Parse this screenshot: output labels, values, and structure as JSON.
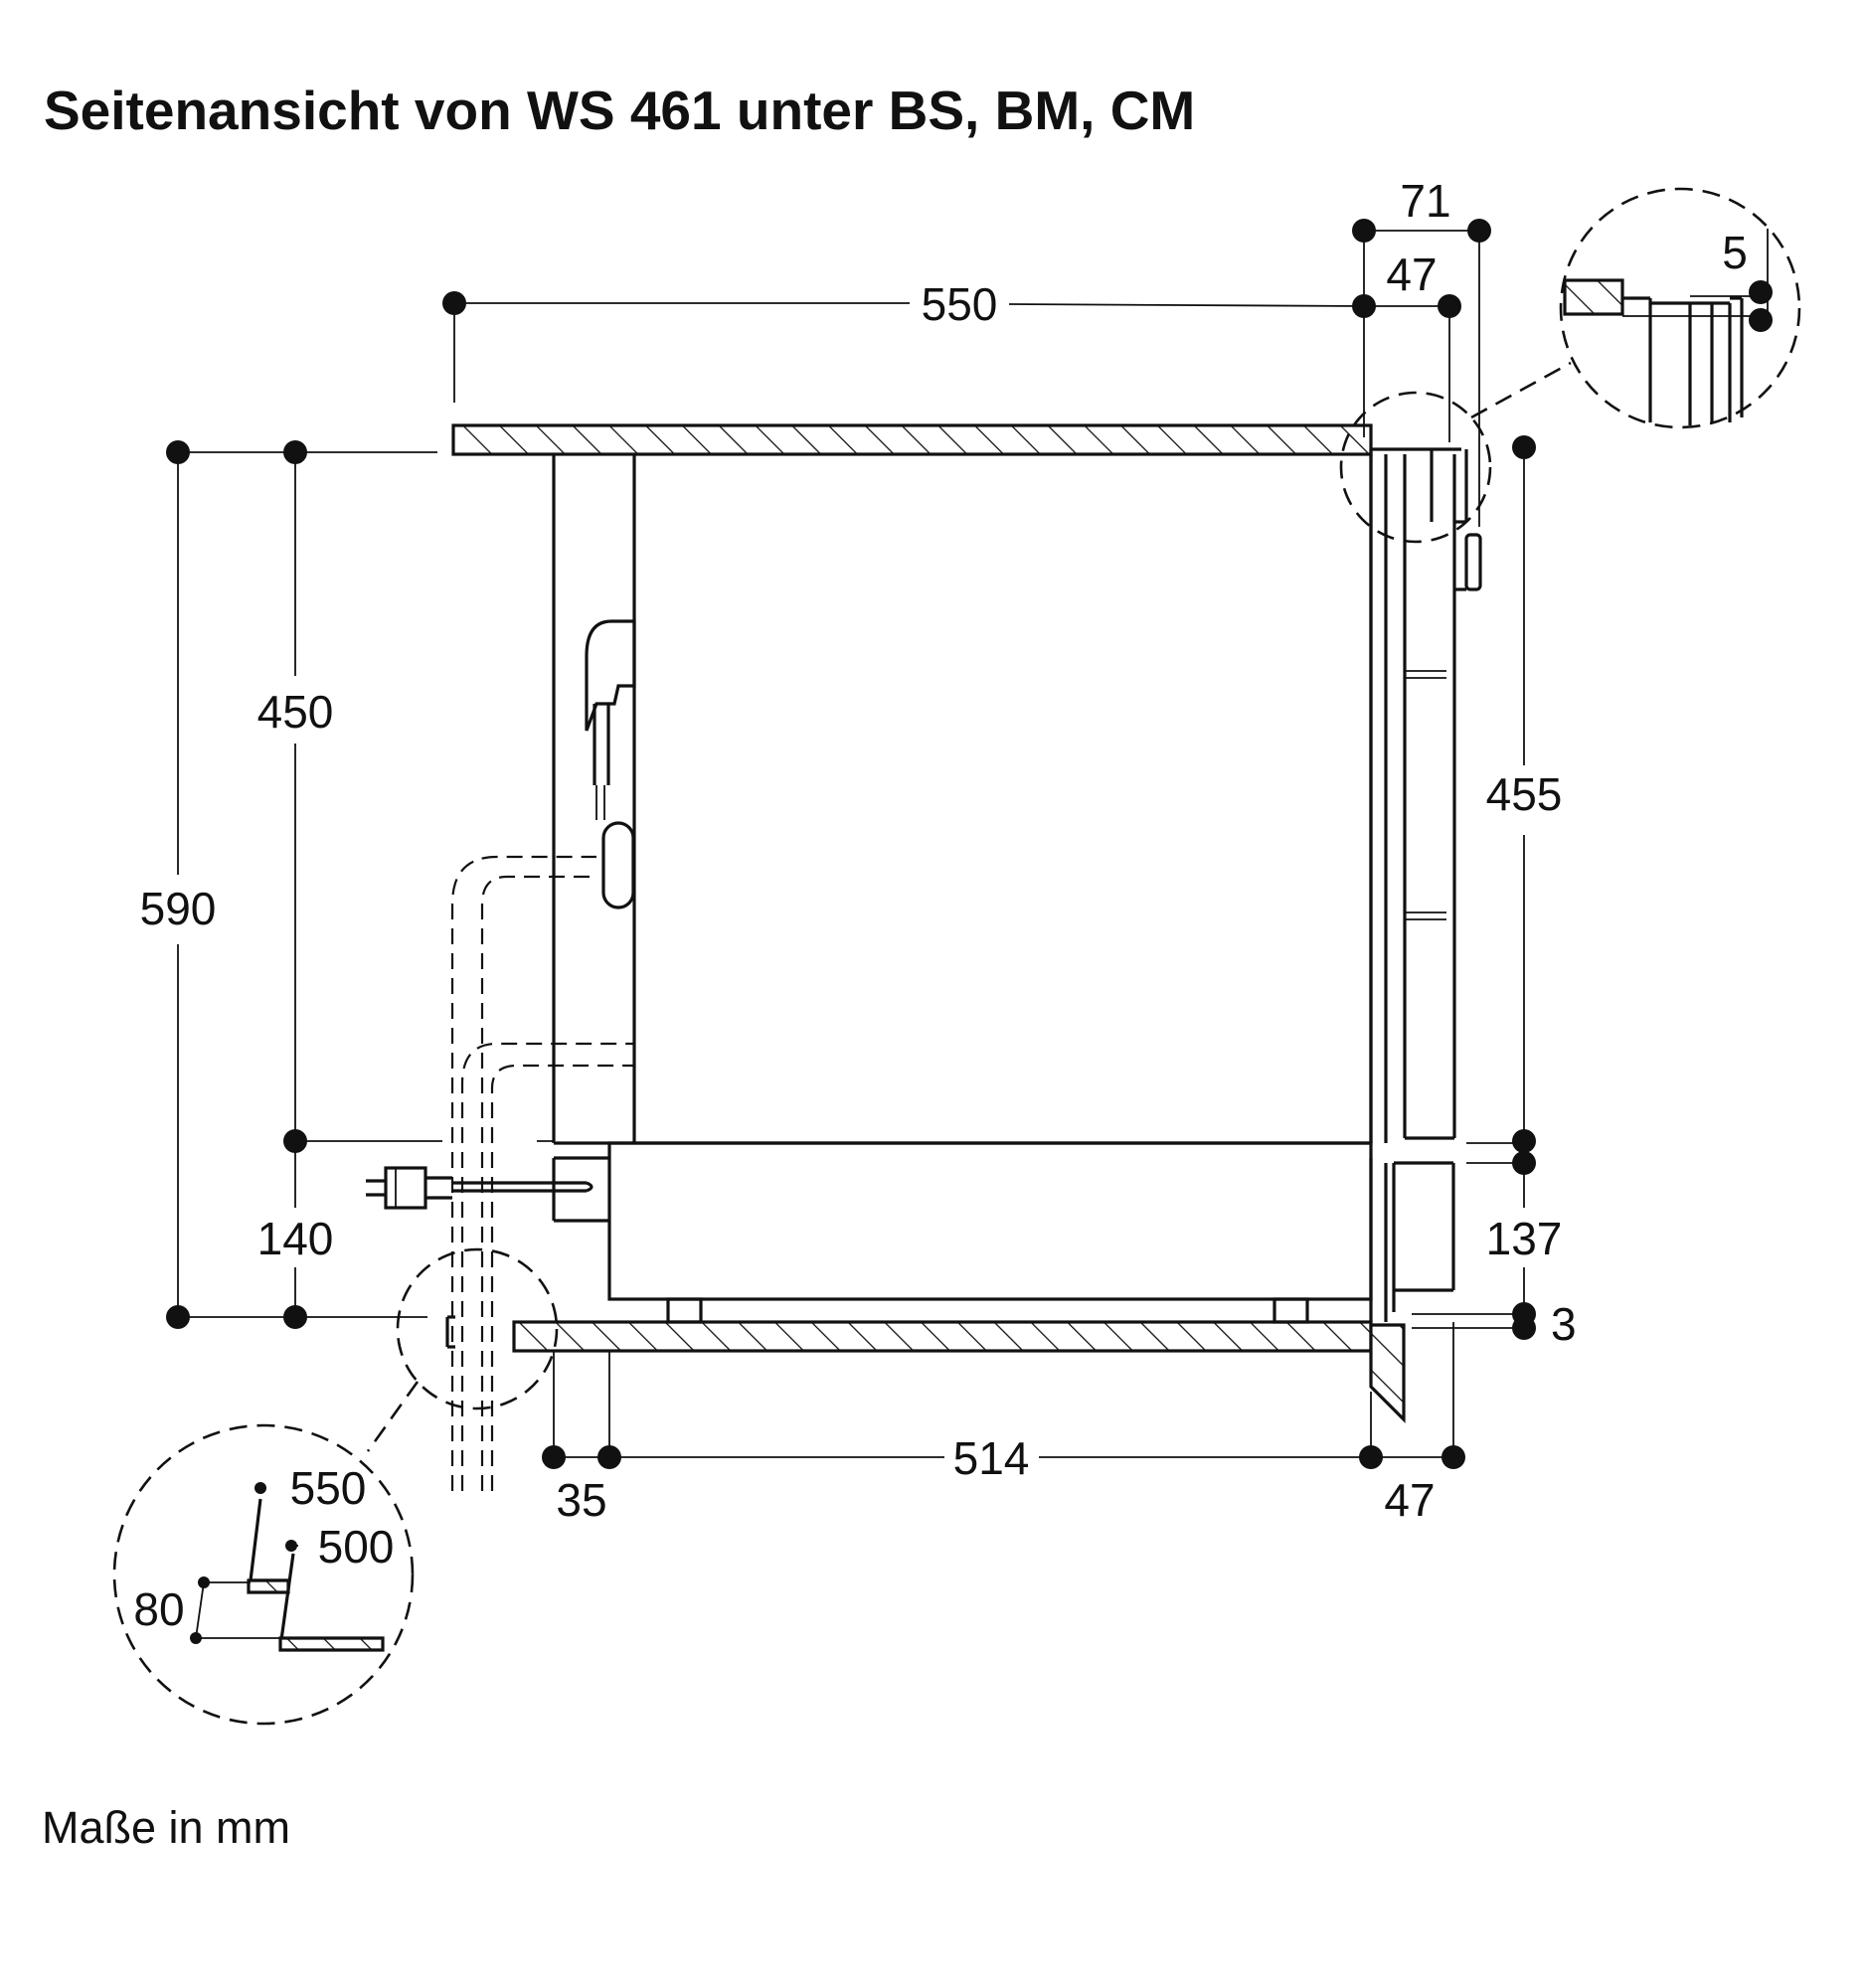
{
  "title": "Seitenansicht von WS 461 unter BS, BM, CM",
  "footer_note": "Maße in mm",
  "dimensions": {
    "top_width": "550",
    "front_71": "71",
    "front_47_top": "47",
    "detail_5": "5",
    "height_450": "450",
    "height_590": "590",
    "height_455": "455",
    "height_140": "140",
    "height_137": "137",
    "gap_3": "3",
    "bottom_514": "514",
    "bottom_35": "35",
    "bottom_47": "47",
    "detail_550": "550",
    "detail_500": "500",
    "detail_80": "80"
  }
}
